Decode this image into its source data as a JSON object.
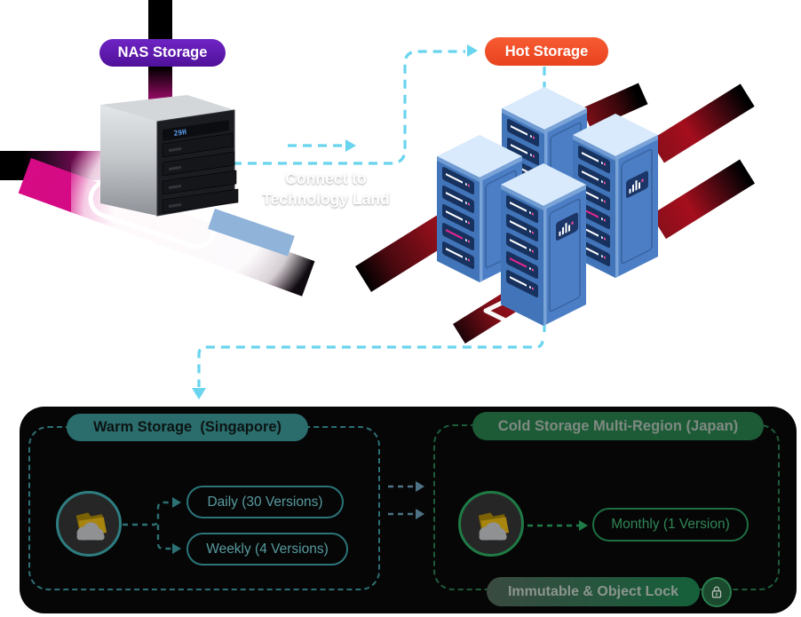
{
  "diagram": {
    "nas_label": "NAS Storage",
    "hot_label": "Hot Storage",
    "connect_line1": "Connect to",
    "connect_line2": "Technology Land",
    "nas_display": "29H",
    "warm": {
      "label": "Warm Storage  (Singapore)",
      "daily": "Daily (30 Versions)",
      "weekly": "Weekly (4 Versions)"
    },
    "cold": {
      "label": "Cold Storage Multi-Region (Japan)",
      "monthly": "Monthly (1 Version)",
      "immutable": "Immutable & Object Lock"
    }
  },
  "colors": {
    "nas_badge_purple": "#5e1ca8",
    "hot_badge_orange": "#f04e28",
    "arrow_cyan": "#69d4ee",
    "stripe_magenta": "#cf0a80",
    "stripe_dark_red": "#8a0f1a",
    "warm_teal": "#2b6c6c",
    "warm_dash": "#2c6f72",
    "cold_green": "#1c5b36",
    "cold_dash": "#1e5c39",
    "steel_arrow": "#4e7386",
    "panel_bg": "#060607",
    "server_blue_left": "#4174b8",
    "server_blue_right": "#4c7ec6",
    "server_top": "#d8eafb"
  }
}
